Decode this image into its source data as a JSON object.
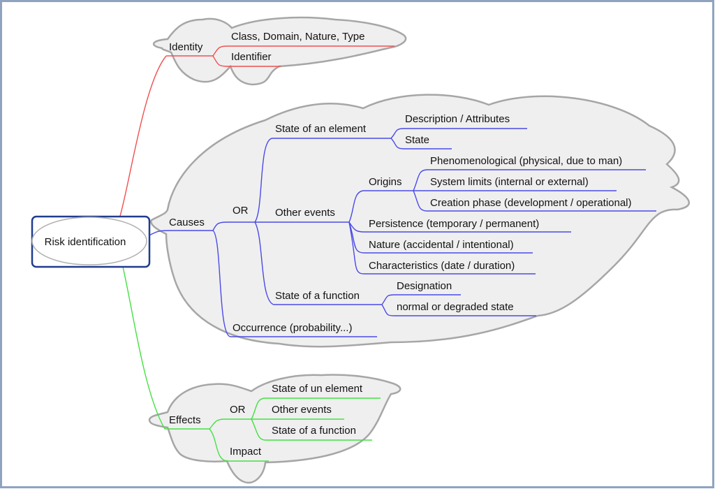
{
  "colors": {
    "frame_border": "#8fa3c0",
    "root_border": "#1f3d8f",
    "identity_branch": "#f05050",
    "causes_branch": "#4a4ae8",
    "effects_branch": "#44e044",
    "cloud_fill": "#efefef",
    "cloud_stroke": "#a6a6a6"
  },
  "root": {
    "label": "Risk identification"
  },
  "identity": {
    "label": "Identity",
    "children": [
      "Class, Domain, Nature, Type",
      "Identifier"
    ]
  },
  "causes": {
    "label": "Causes",
    "or_label": "OR",
    "state_of_element": {
      "label": "State of an element",
      "children": [
        "Description / Attributes",
        "State"
      ]
    },
    "other_events": {
      "label": "Other events",
      "origins": {
        "label": "Origins",
        "children": [
          "Phenomenological (physical, due to man)",
          "System limits (internal or external)",
          "Creation phase (development / operational)"
        ]
      },
      "children": [
        "Persistence (temporary / permanent)",
        "Nature (accidental / intentional)",
        "Characteristics (date / duration)"
      ]
    },
    "state_of_function": {
      "label": "State of a function",
      "children": [
        "Designation",
        "normal or degraded state"
      ]
    },
    "occurrence": "Occurrence (probability...)"
  },
  "effects": {
    "label": "Effects",
    "or_label": "OR",
    "or_children": [
      "State of un element",
      "Other events",
      "State of a function"
    ],
    "impact": "Impact"
  }
}
